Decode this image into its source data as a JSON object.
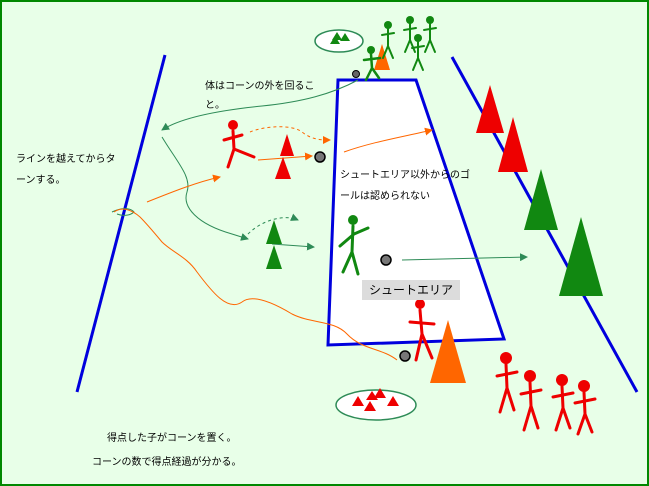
{
  "labels": {
    "body_rule_line1": "体はコーンの外を回るこ",
    "body_rule_line2": "と。",
    "turn_rule_line1": "ラインを越えてからタ",
    "turn_rule_line2": "ーンする。",
    "shoot_rule_line1": "シュートエリア以外からのゴ",
    "shoot_rule_line2": "ールは認められない",
    "shoot_area": "シュートエリア",
    "cone_rule_line1": "得点した子がコーンを置く。",
    "cone_rule_line2": "コーンの数で得点経過が分かる。"
  },
  "colors": {
    "background": "#e8ffe8",
    "border": "#008800",
    "court_line": "#0000dd",
    "red_team": "#ee0000",
    "green_team": "#118811",
    "orange": "#ff6600",
    "teal_path": "#2e8b57"
  }
}
